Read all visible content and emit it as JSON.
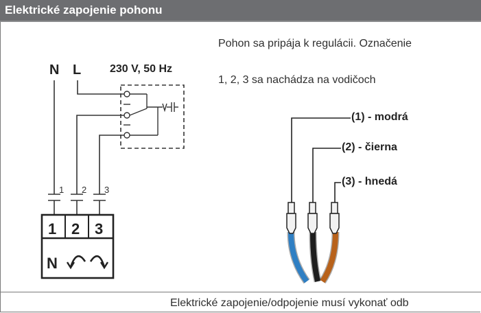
{
  "header": {
    "title": "Elektrické zapojenie pohonu"
  },
  "diagram": {
    "label_n": "N",
    "label_l": "L",
    "voltage": "230 V, 50 Hz",
    "terminal_numbers": [
      "1",
      "2",
      "3"
    ],
    "box_numbers": [
      "1",
      "2",
      "3"
    ],
    "box_n": "N"
  },
  "description": {
    "line1": "Pohon sa pripája k regulácii. Označenie",
    "line2": "1, 2, 3 sa nachádza na vodičoch"
  },
  "wires": [
    {
      "label": "(1) - modrá",
      "color": "#2f7fc3"
    },
    {
      "label": "(2) - čierna",
      "color": "#1e1e1e"
    },
    {
      "label": "(3) - hnedá",
      "color": "#b8621b"
    }
  ],
  "footer": {
    "text": "Elektrické zapojenie/odpojenie musí vykonať odb"
  }
}
